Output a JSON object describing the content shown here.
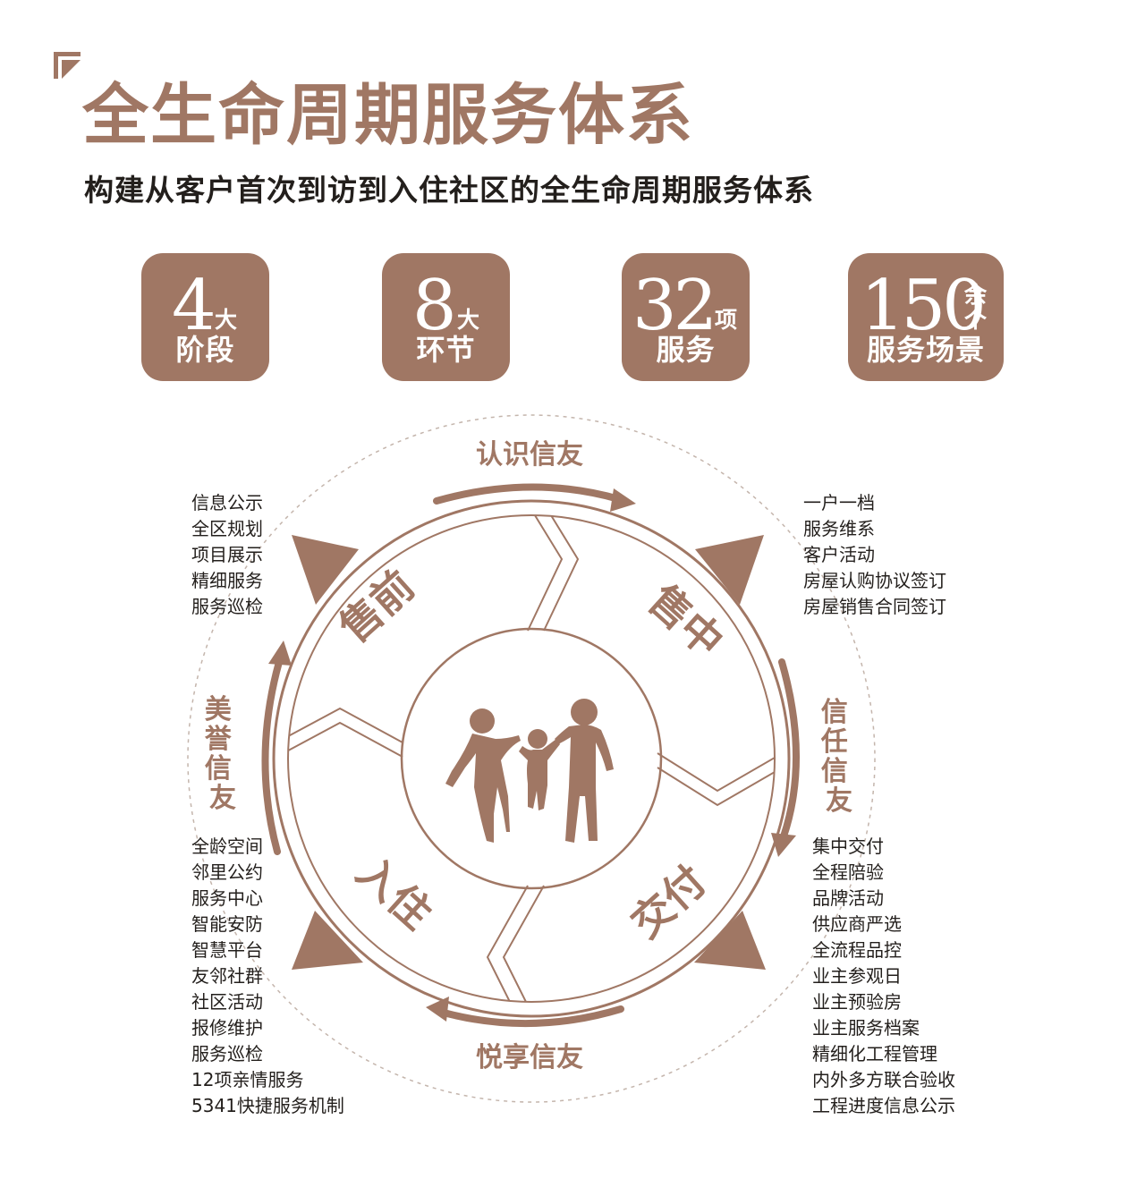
{
  "header": {
    "title": "全生命周期服务体系",
    "subtitle": "构建从客户首次到访到入住社区的全生命周期服务体系"
  },
  "stats": [
    {
      "number": "4",
      "unit": "大",
      "caption": "阶段"
    },
    {
      "number": "8",
      "unit": "大",
      "caption": "环节"
    },
    {
      "number": "32",
      "unit": "项",
      "caption": "服务"
    },
    {
      "number": "150",
      "unit_top": "余",
      "unit_bottom": "个",
      "caption": "服务场景"
    }
  ],
  "cycle": {
    "stages": {
      "presale": "售前",
      "insale": "售中",
      "delivery": "交付",
      "residence": "入住"
    },
    "links": {
      "top": "认识信友",
      "right": "信任信友",
      "bottom": "悦享信友",
      "left": "美誉信友"
    }
  },
  "lists": {
    "presale": [
      "信息公示",
      "全区规划",
      "项目展示",
      "精细服务",
      "服务巡检"
    ],
    "insale": [
      "一户一档",
      "服务维系",
      "客户活动",
      "房屋认购协议签订",
      "房屋销售合同签订"
    ],
    "delivery": [
      "集中交付",
      "全程陪验",
      "品牌活动",
      "供应商严选",
      "全流程品控",
      "业主参观日",
      "业主预验房",
      "业主服务档案",
      "精细化工程管理",
      "内外多方联合验收",
      "工程进度信息公示"
    ],
    "residence": [
      "全龄空间",
      "邻里公约",
      "服务中心",
      "智能安防",
      "智慧平台",
      "友邻社群",
      "社区活动",
      "报修维护",
      "服务巡检",
      "12项亲情服务",
      "5341快捷服务机制"
    ]
  },
  "colors": {
    "accent": "#a07764",
    "text": "#231f1c",
    "dashed_circle": "#c4b5ac"
  }
}
